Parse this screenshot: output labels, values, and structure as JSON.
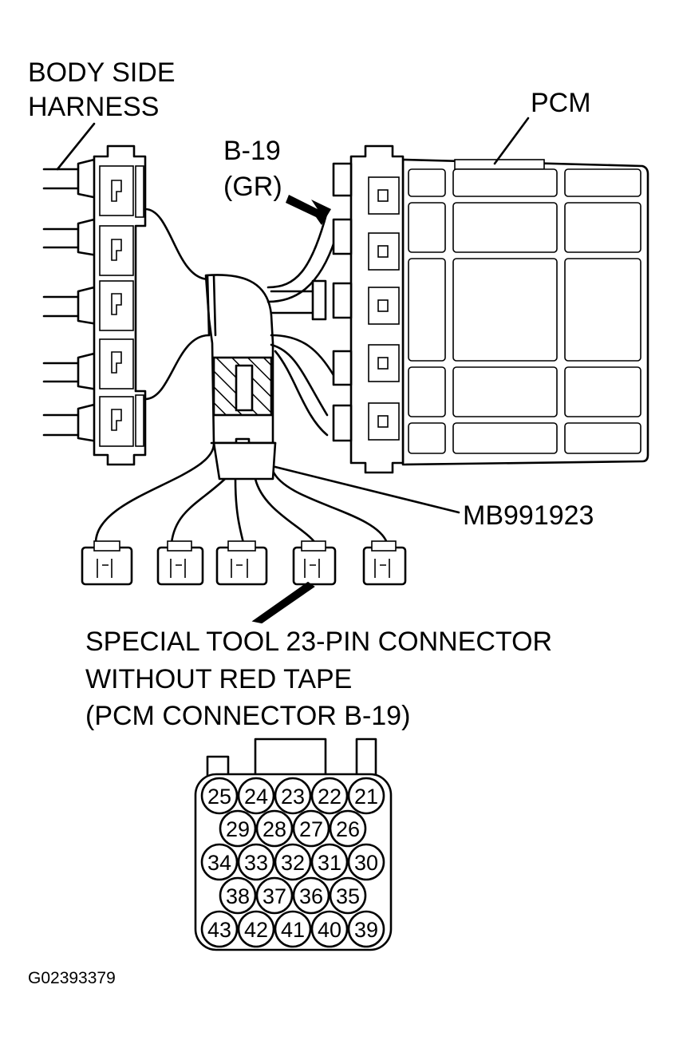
{
  "labels": {
    "body_side_line1": "BODY SIDE",
    "body_side_line2": "HARNESS",
    "pcm": "PCM",
    "b19_line1": "B-19",
    "b19_line2": "(GR)",
    "mb_tool": "MB991923",
    "special_line1": "SPECIAL TOOL 23-PIN CONNECTOR",
    "special_line2": "WITHOUT RED TAPE",
    "special_line3": "(PCM CONNECTOR B-19)",
    "figure_code": "G02393379"
  },
  "pin_rows": [
    [
      "25",
      "24",
      "23",
      "22",
      "21"
    ],
    [
      "29",
      "28",
      "27",
      "26"
    ],
    [
      "34",
      "33",
      "32",
      "31",
      "30"
    ],
    [
      "38",
      "37",
      "36",
      "35"
    ],
    [
      "43",
      "42",
      "41",
      "40",
      "39"
    ]
  ]
}
